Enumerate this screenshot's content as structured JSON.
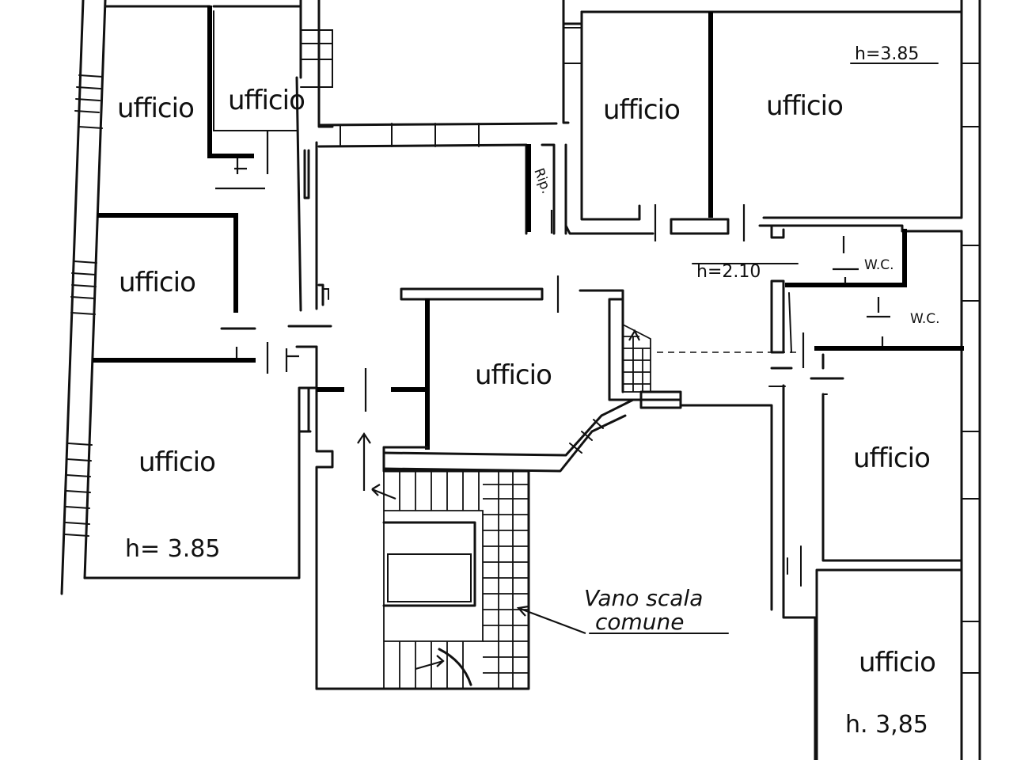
{
  "rooms": {
    "top_left_a": "ufficio",
    "top_left_b": "ufficio",
    "mid_left": "ufficio",
    "bottom_left": "ufficio",
    "center": "ufficio",
    "top_right_a": "ufficio",
    "top_right_b": "ufficio",
    "right_mid": "ufficio",
    "right_bottom": "ufficio"
  },
  "heights": {
    "top_right": "h=3.85",
    "bottom_left": "h= 3.85",
    "bottom_right": "h. 3,85",
    "corridor": "h=2.10"
  },
  "labels": {
    "rip": "Rip.",
    "wc_1": "W.C.",
    "wc_2": "W.C.",
    "stair_line1": "Vano scala",
    "stair_line2": "comune"
  }
}
